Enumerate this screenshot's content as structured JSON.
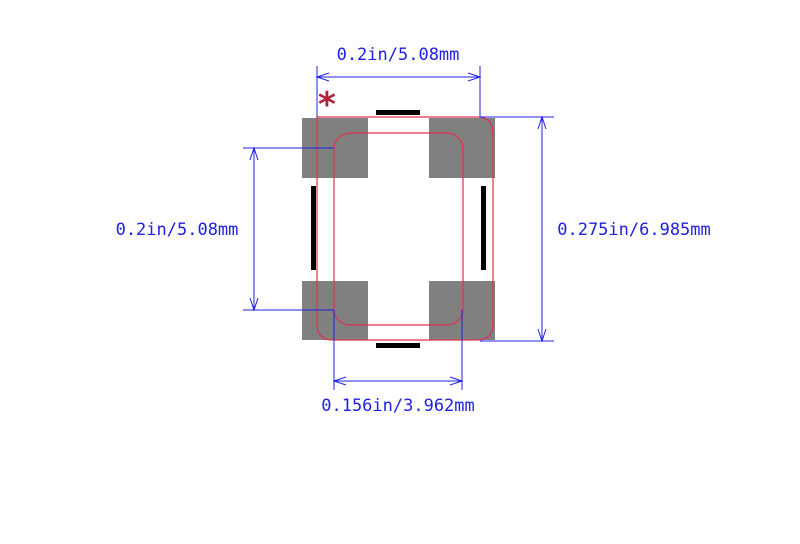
{
  "footprint": {
    "pin1_marker": "*",
    "pad_color": "#808080",
    "outline_color": "#e03050",
    "silkscreen_color": "#000000",
    "dimension_color": "#2020e0"
  },
  "dimensions": {
    "top_width": "0.2in/5.08mm",
    "left_height": "0.2in/5.08mm",
    "right_height": "0.275in/6.985mm",
    "bottom_width": "0.156in/3.962mm"
  }
}
